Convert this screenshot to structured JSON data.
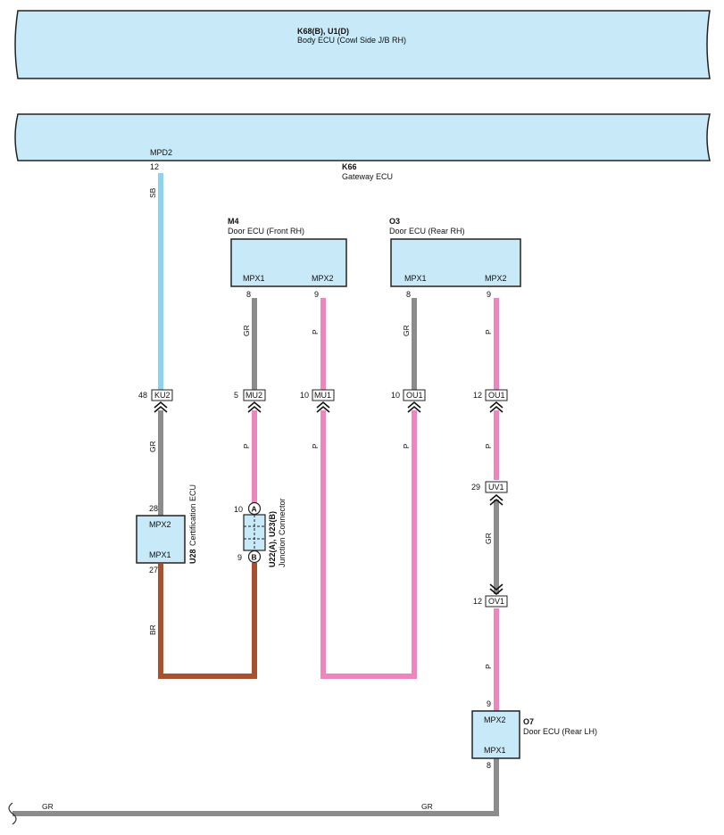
{
  "body_ecu": {
    "code": "K68(B), U1(D)",
    "name": "Body ECU (Cowl Side J/B RH)"
  },
  "gateway_ecu": {
    "code": "K66",
    "name": "Gateway ECU",
    "pin_name": "MPD2",
    "pin_no": "12"
  },
  "door_front_rh": {
    "code": "M4",
    "name": "Door ECU (Front RH)",
    "pin1_name": "MPX1",
    "pin1_no": "8",
    "pin2_name": "MPX2",
    "pin2_no": "9"
  },
  "door_rear_rh": {
    "code": "O3",
    "name": "Door ECU (Rear RH)",
    "pin1_name": "MPX1",
    "pin1_no": "8",
    "pin2_name": "MPX2",
    "pin2_no": "9"
  },
  "certification_ecu": {
    "code": "U28",
    "name": "Certification ECU",
    "pin_top_name": "MPX2",
    "pin_top_no": "28",
    "pin_bottom_name": "MPX1",
    "pin_bottom_no": "27"
  },
  "junction_connector": {
    "code": "U22(A), U23(B)",
    "name": "Junction Connector",
    "pin_a": "A",
    "pin_a_no": "10",
    "pin_b": "B",
    "pin_b_no": "9"
  },
  "door_rear_lh": {
    "code": "O7",
    "name": "Door ECU (Rear LH)",
    "pin_top_name": "MPX2",
    "pin_top_no": "9",
    "pin_bottom_name": "MPX1",
    "pin_bottom_no": "8"
  },
  "connectors": {
    "ku2": {
      "name": "KU2",
      "pin": "48"
    },
    "mu2": {
      "name": "MU2",
      "pin": "5"
    },
    "mu1": {
      "name": "MU1",
      "pin": "10"
    },
    "ou1a": {
      "name": "OU1",
      "pin": "10"
    },
    "ou1b": {
      "name": "OU1",
      "pin": "12"
    },
    "uv1": {
      "name": "UV1",
      "pin": "29"
    },
    "ov1": {
      "name": "OV1",
      "pin": "12"
    }
  },
  "wire_colors": {
    "sb": "SB",
    "gr": "GR",
    "p": "P",
    "br": "BR"
  },
  "colors": {
    "ecu_fill": "#c8e9f8",
    "sb": "#8dd3f0",
    "gr": "#8c8c8c",
    "p": "#ef85bd",
    "br": "#a9512e"
  }
}
